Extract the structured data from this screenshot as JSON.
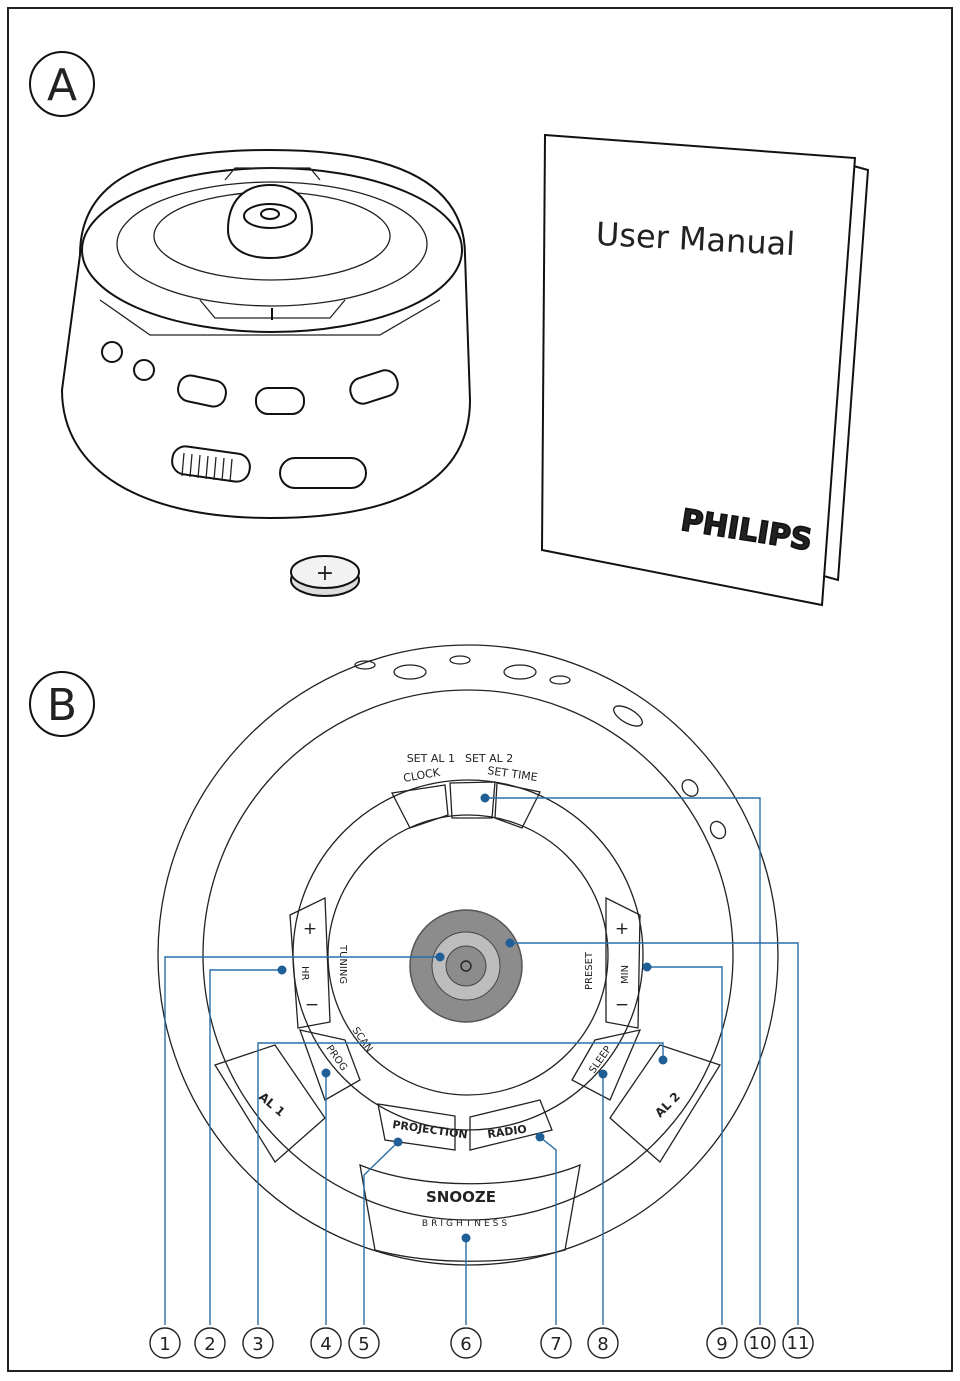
{
  "sections": {
    "a": "A",
    "b": "B"
  },
  "manual": {
    "title": "User Manual",
    "brand": "PHILIPS"
  },
  "battery": {
    "symbol": "+"
  },
  "device_labels": {
    "set_al1": "SET AL 1",
    "set_al2": "SET AL 2",
    "clock": "CLOCK",
    "set_time": "SET TIME",
    "plus_left": "+",
    "minus_left": "−",
    "hr": "HR",
    "tuning": "TUNING",
    "scan": "SCAN",
    "prog": "PROG",
    "al1": "AL 1",
    "projection": "PROJECTION",
    "radio": "RADIO",
    "snooze": "SNOOZE",
    "brightness": "BRIGHTNESS",
    "plus_right": "+",
    "minus_right": "−",
    "min": "MIN",
    "preset": "PRESET",
    "sleep": "SLEEP",
    "al2": "AL 2"
  },
  "callouts": [
    "1",
    "2",
    "3",
    "4",
    "5",
    "6",
    "7",
    "8",
    "9",
    "10",
    "11"
  ],
  "colors": {
    "callout": "#2a6fa8",
    "knob": "#8c8c8c",
    "ink": "#111111"
  }
}
